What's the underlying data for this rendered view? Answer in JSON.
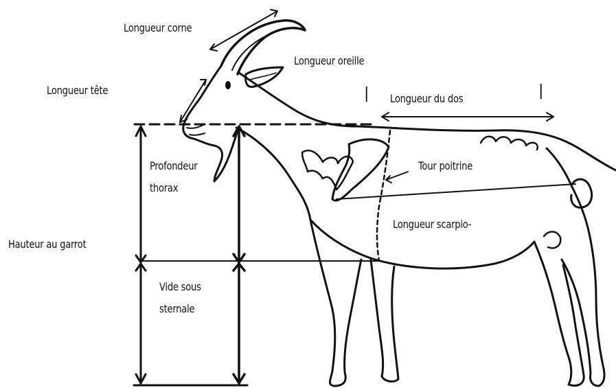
{
  "labels": {
    "horn_length": "Longueur corne",
    "ear_length": "Longueur oreille",
    "head_length": "Longueur tête",
    "back_length": "Longueur du dos",
    "chest_girth": "Tour poitrine",
    "chest_depth_1": "Profondeur",
    "chest_depth_2": "thorax",
    "scapular_length": "Longueur scarpio-",
    "withers_height": "Hauteur au garrot",
    "sternal_1": "Vide sous",
    "sternal_2": "sternale"
  },
  "colors": {
    "ink": "#111111",
    "background": "#ffffff"
  }
}
